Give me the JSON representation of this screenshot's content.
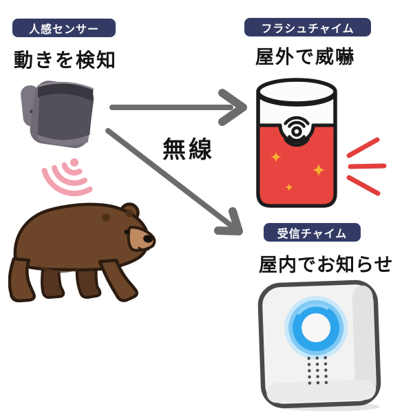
{
  "diagram": {
    "motion_sensor": {
      "badge": "人感センサー",
      "caption": "動きを検知"
    },
    "flash_chime": {
      "badge": "フラシュチャイム",
      "caption": "屋外で威嚇"
    },
    "receiver_chime": {
      "badge": "受信チャイム",
      "caption": "屋内でお知らせ"
    },
    "wireless_label": "無線"
  },
  "icons": {
    "wifi_signal": "pink radio-wave arcs emitted by sensor",
    "arrow_right": "thick gray arrow from sensor to flash chime",
    "arrow_down_right": "thick gray arrow from sensor to receiver chime",
    "flash_burst": "three red emphasis lines beside flash chime",
    "speaker_wave": "black broadcast arcs on flash chime",
    "sparkle": "yellow diamond sparkles on flash chime",
    "led_ring": "glowing blue ring button on receiver chime",
    "speaker_holes": "grid of speaker holes on receiver chime"
  },
  "colors": {
    "badge_bg": "#333B65",
    "badge_text": "#FFFFFF",
    "text": "#141414",
    "arrow_gray": "#6C6C6C",
    "signal_pink": "#F2A1AF",
    "chime_red": "#E94540",
    "sparkle_yellow": "#F7B232",
    "burst_red": "#E23F3D",
    "ring_blue": "#2EA4EC",
    "bear_brown": "#6D4629",
    "bear_muzzle": "#BE8A62",
    "device_gray": "#6F6A74"
  }
}
